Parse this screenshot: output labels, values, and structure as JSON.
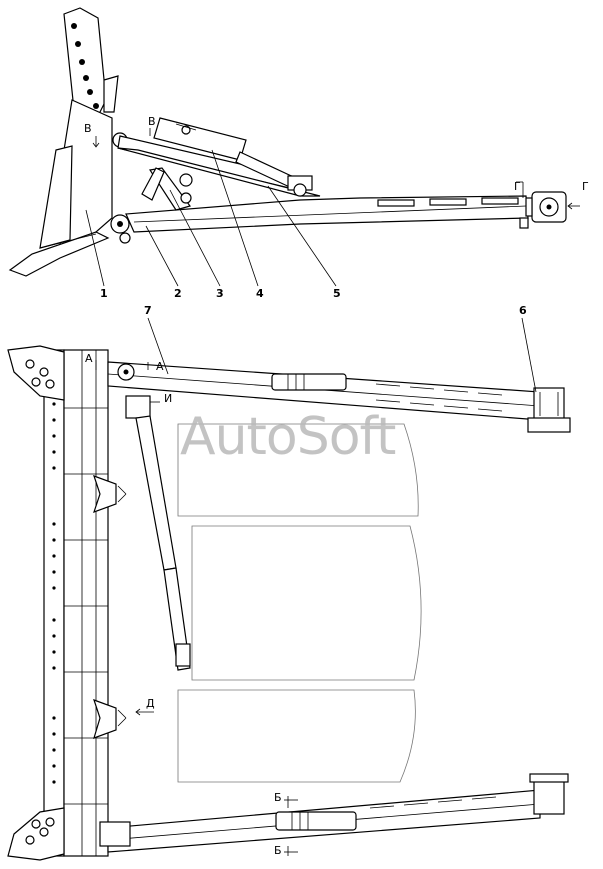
{
  "watermark": "AutoSoft",
  "callouts": {
    "c1": "1",
    "c2": "2",
    "c3": "3",
    "c4": "4",
    "c5": "5",
    "c6": "6",
    "c7": "7"
  },
  "sections": {
    "v_left": "В",
    "v_right": "В",
    "g_left": "Г",
    "g_right": "Г",
    "a_left": "А",
    "a_right": "А",
    "i": "И",
    "d": "Д",
    "b_top": "Б",
    "b_bottom": "Б"
  }
}
